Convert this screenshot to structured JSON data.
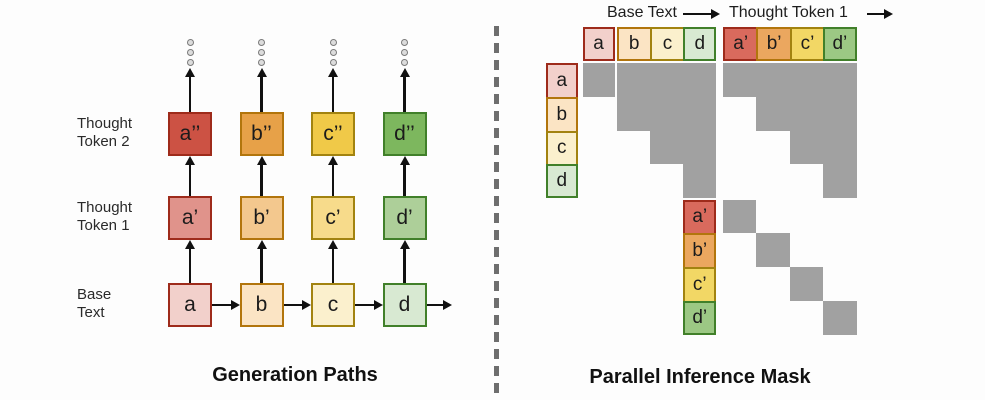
{
  "diagram": {
    "left": {
      "title": "Generation Paths",
      "row_labels": [
        {
          "name": "thought-token-2-label",
          "lines": [
            "Thought",
            "Token 2"
          ]
        },
        {
          "name": "thought-token-1-label",
          "lines": [
            "Thought",
            "Token 1"
          ]
        },
        {
          "name": "base-text-label",
          "lines": [
            "Base",
            "Text"
          ]
        }
      ],
      "columns": [
        {
          "family": "red",
          "base": "a",
          "thought1": "a’",
          "thought2": "a’’"
        },
        {
          "family": "orange",
          "base": "b",
          "thought1": "b’",
          "thought2": "b’’"
        },
        {
          "family": "yellow",
          "base": "c",
          "thought1": "c’",
          "thought2": "c’’"
        },
        {
          "family": "green",
          "base": "d",
          "thought1": "d’",
          "thought2": "d’’"
        }
      ],
      "ellipsis_dots_per_column": 3
    },
    "right": {
      "title": "Parallel Inference Mask",
      "header_group_labels": [
        "Base Text",
        "Thought Token 1"
      ],
      "columns": [
        {
          "label": "a",
          "family": "red",
          "tier": "base"
        },
        {
          "label": "b",
          "family": "orange",
          "tier": "base"
        },
        {
          "label": "c",
          "family": "yellow",
          "tier": "base"
        },
        {
          "label": "d",
          "family": "green",
          "tier": "base"
        },
        {
          "label": "a’",
          "family": "red",
          "tier": "prime"
        },
        {
          "label": "b’",
          "family": "orange",
          "tier": "prime"
        },
        {
          "label": "c’",
          "family": "yellow",
          "tier": "prime"
        },
        {
          "label": "d’",
          "family": "green",
          "tier": "prime"
        }
      ],
      "row_labels_base": [
        {
          "label": "a",
          "family": "red"
        },
        {
          "label": "b",
          "family": "orange"
        },
        {
          "label": "c",
          "family": "yellow"
        },
        {
          "label": "d",
          "family": "green"
        }
      ],
      "row_labels_thought": [
        {
          "label": "a’",
          "family": "red"
        },
        {
          "label": "b’",
          "family": "orange"
        },
        {
          "label": "c’",
          "family": "yellow"
        },
        {
          "label": "d’",
          "family": "green"
        }
      ],
      "mask_rows": [
        "a",
        "b",
        "c",
        "d",
        "a’",
        "b’",
        "c’",
        "d’"
      ],
      "mask_cols": [
        "a",
        "b",
        "c",
        "d",
        "a’",
        "b’",
        "c’",
        "d’"
      ],
      "mask": [
        [
          1,
          1,
          1,
          1,
          1,
          1,
          1,
          1
        ],
        [
          0,
          1,
          1,
          1,
          0,
          1,
          1,
          1
        ],
        [
          0,
          0,
          1,
          1,
          0,
          0,
          1,
          1
        ],
        [
          0,
          0,
          0,
          1,
          0,
          0,
          0,
          1
        ],
        [
          0,
          0,
          0,
          0,
          1,
          0,
          0,
          0
        ],
        [
          0,
          0,
          0,
          0,
          0,
          1,
          0,
          0
        ],
        [
          0,
          0,
          0,
          0,
          0,
          0,
          1,
          0
        ],
        [
          0,
          0,
          0,
          0,
          0,
          0,
          0,
          1
        ]
      ]
    }
  },
  "colors": {
    "mask_gray": "#a1a1a1",
    "divider_gray": "#6e6e6e",
    "arrow_black": "#111111",
    "dot_fill": "#dcdcdc",
    "dot_border": "#7a7a7a",
    "families": {
      "red": {
        "border": "#9e2b1b",
        "base": "#f2d0cb",
        "mid": "#e0938b",
        "strong": "#cc5244",
        "prime": "#d96a5d"
      },
      "orange": {
        "border": "#b2750c",
        "base": "#fbe4c4",
        "mid": "#f3c88e",
        "strong": "#e7a148",
        "prime": "#eba75f"
      },
      "yellow": {
        "border": "#a28310",
        "base": "#fbf0cd",
        "mid": "#f7db8b",
        "strong": "#f0c948",
        "prime": "#f2d765"
      },
      "green": {
        "border": "#41802a",
        "base": "#d8e9d2",
        "mid": "#adcf99",
        "strong": "#7db75e",
        "prime": "#9cc884"
      }
    }
  }
}
